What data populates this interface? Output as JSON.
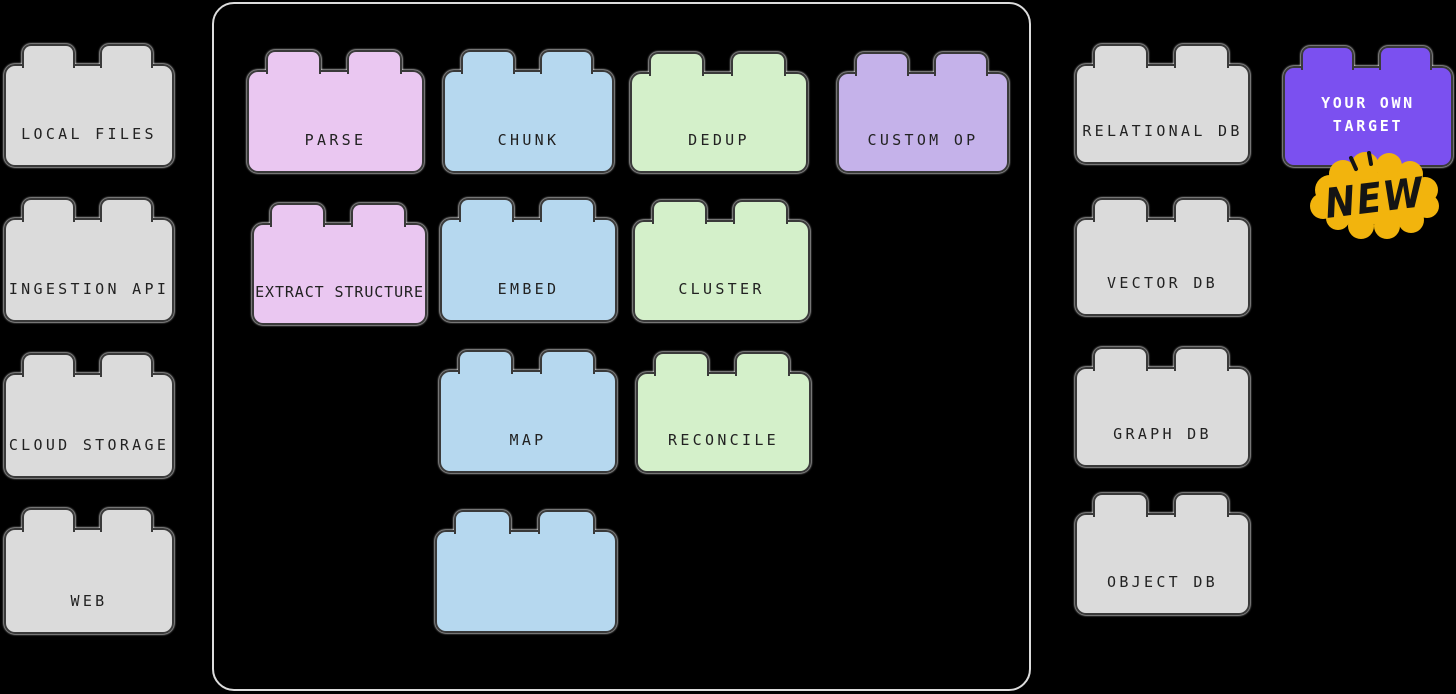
{
  "palette": {
    "source_gray": "#dbdbdb",
    "pink": "#eac7f1",
    "blue": "#b6d8ef",
    "green": "#d4f0ca",
    "lavender": "#c5b2ea",
    "vivid_purple": "#7b50f0",
    "badge_gold": "#f2b40d",
    "badge_ink": "#141414",
    "frame_border": "#dcdcdc",
    "label_dark": "#222222"
  },
  "sources": [
    {
      "label": "LOCAL FILES"
    },
    {
      "label": "INGESTION API"
    },
    {
      "label": "CLOUD STORAGE"
    },
    {
      "label": "WEB"
    }
  ],
  "operations": [
    {
      "label": "PARSE"
    },
    {
      "label": "CHUNK"
    },
    {
      "label": "DEDUP"
    },
    {
      "label": "CUSTOM OP"
    },
    {
      "label": "EXTRACT STRUCTURE"
    },
    {
      "label": "EMBED"
    },
    {
      "label": "CLUSTER"
    },
    {
      "label": "MAP"
    },
    {
      "label": "RECONCILE"
    },
    {
      "label": ""
    }
  ],
  "targets": [
    {
      "label": "RELATIONAL DB"
    },
    {
      "label": "VECTOR DB"
    },
    {
      "label": "GRAPH DB"
    },
    {
      "label": "OBJECT DB"
    }
  ],
  "custom_target": {
    "line1": "YOUR OWN",
    "line2": "TARGET",
    "badge_label": "NEW"
  }
}
